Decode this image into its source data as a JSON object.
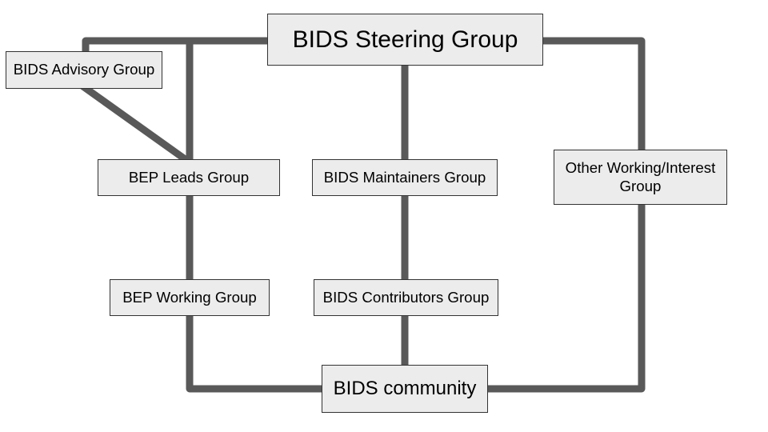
{
  "colors": {
    "background": "#ffffff",
    "connector": "#595959",
    "node_fill": "#ececec",
    "node_border": "#333333",
    "node_text": "#000000"
  },
  "nodes": {
    "steering": {
      "label": "BIDS Steering Group"
    },
    "advisory": {
      "label": "BIDS Advisory Group"
    },
    "bep_leads": {
      "label": "BEP Leads Group"
    },
    "maintainers": {
      "label": "BIDS Maintainers Group"
    },
    "other_group": {
      "label": "Other Working/Interest\nGroup"
    },
    "bep_working": {
      "label": "BEP Working Group"
    },
    "contributors": {
      "label": "BIDS Contributors Group"
    },
    "community": {
      "label": "BIDS community"
    }
  }
}
